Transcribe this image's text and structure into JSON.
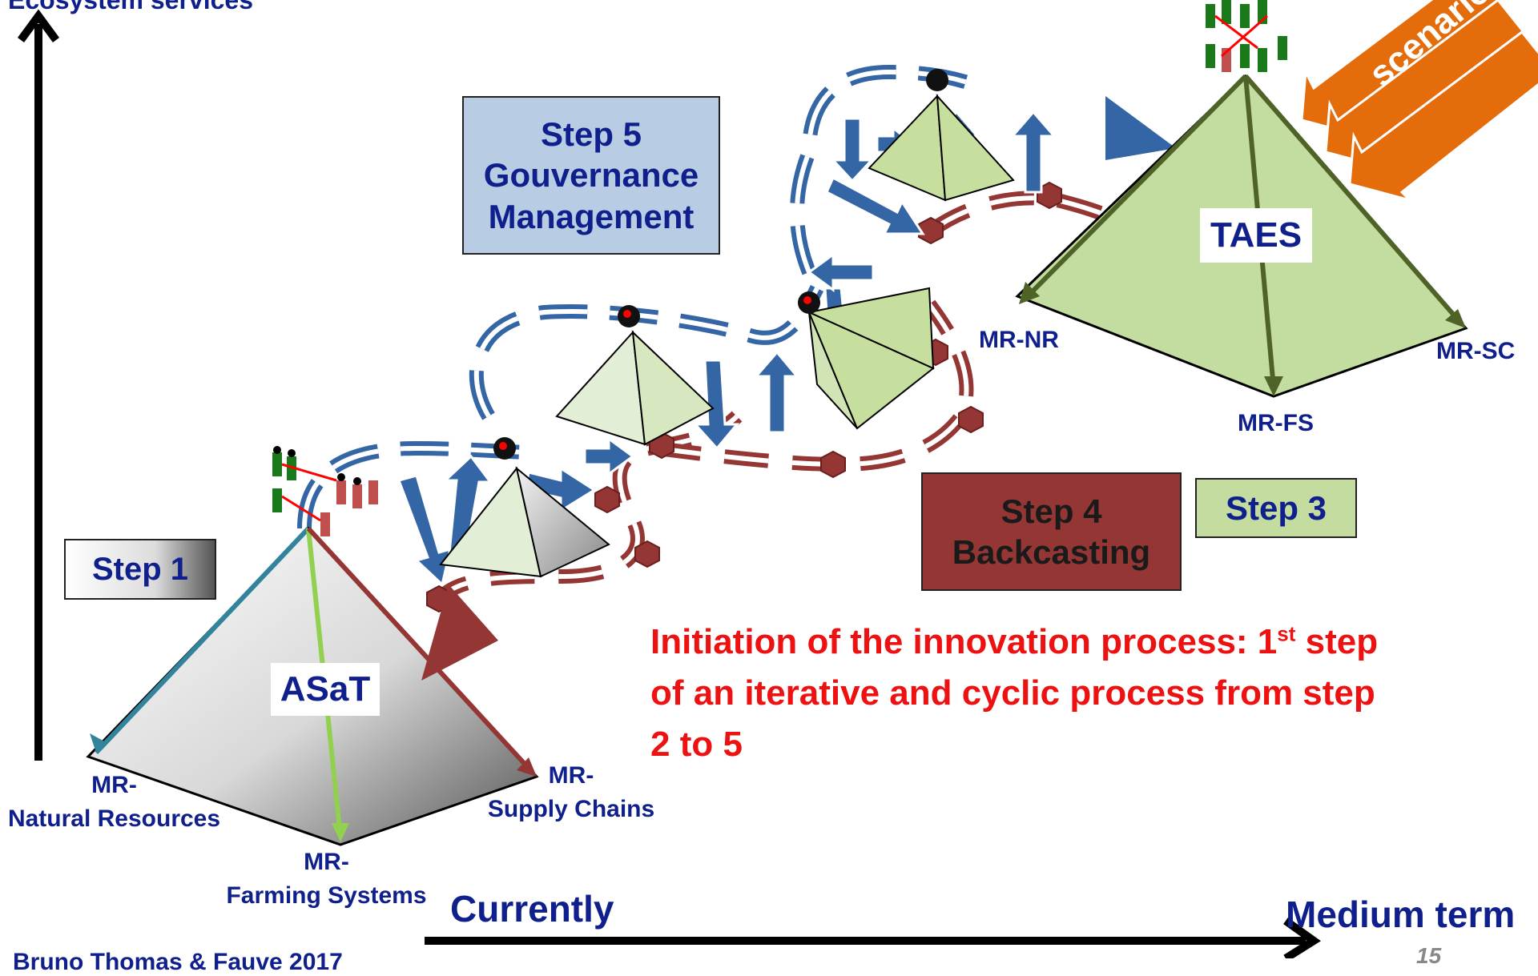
{
  "axes": {
    "y_label": "Ecosystem services",
    "x_start_label": "Currently",
    "x_end_label": "Medium term"
  },
  "steps": {
    "step1": "Step 1",
    "step3": "Step 3",
    "step4_line1": "Step 4",
    "step4_line2": "Backcasting",
    "step5_line1": "Step 5",
    "step5_line2": "Gouvernance",
    "step5_line3": "Management"
  },
  "pyramids": {
    "initial": {
      "center": "ASaT",
      "left": "MR-",
      "left2": "Natural Resources",
      "bottom": "MR-",
      "bottom2": "Farming Systems",
      "right": "MR-",
      "right2": "Supply Chains"
    },
    "target": {
      "center": "TAES",
      "left": "MR-NR",
      "bottom": "MR-FS",
      "right": "MR-SC"
    }
  },
  "scenarios_label": "scenarios",
  "note": {
    "line1_a": "Initiation of the innovation process: 1",
    "line1_sup": "st",
    "line1_b": " step",
    "line2": "of an iterative and cyclic process from step",
    "line3": "2 to 5"
  },
  "footer": {
    "author": "Bruno Thomas & Fauve 2017",
    "page_number": "15"
  },
  "colors": {
    "navy": "#0f1f8c",
    "red_text": "#ee1111",
    "step3_fill": "#c4dca0",
    "step4_fill": "#943634",
    "step5_fill": "#b8cce4",
    "pyramid_green": "#c3dc9f",
    "edge_green": "#4f6228",
    "arrow_blue": "#3465a4",
    "path_red": "#943634",
    "scenarios_orange": "#e46c0a"
  }
}
